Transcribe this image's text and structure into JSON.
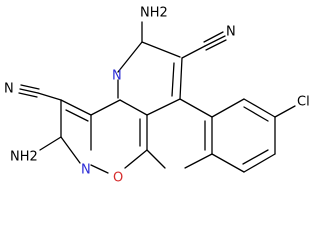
{
  "molecule": {
    "labels": {
      "amino_top": "NH2",
      "amino_bottom": "NH2",
      "nitrile_right": "N",
      "nitrile_left": "N",
      "ring_n_upper": "N",
      "ring_n_lower": "N",
      "ring_o": "O",
      "chloro": "Cl"
    },
    "colors": {
      "bond": "#000000",
      "nitrogen": "#2b2bd6",
      "oxygen": "#d62b2b",
      "text": "#000000"
    }
  }
}
